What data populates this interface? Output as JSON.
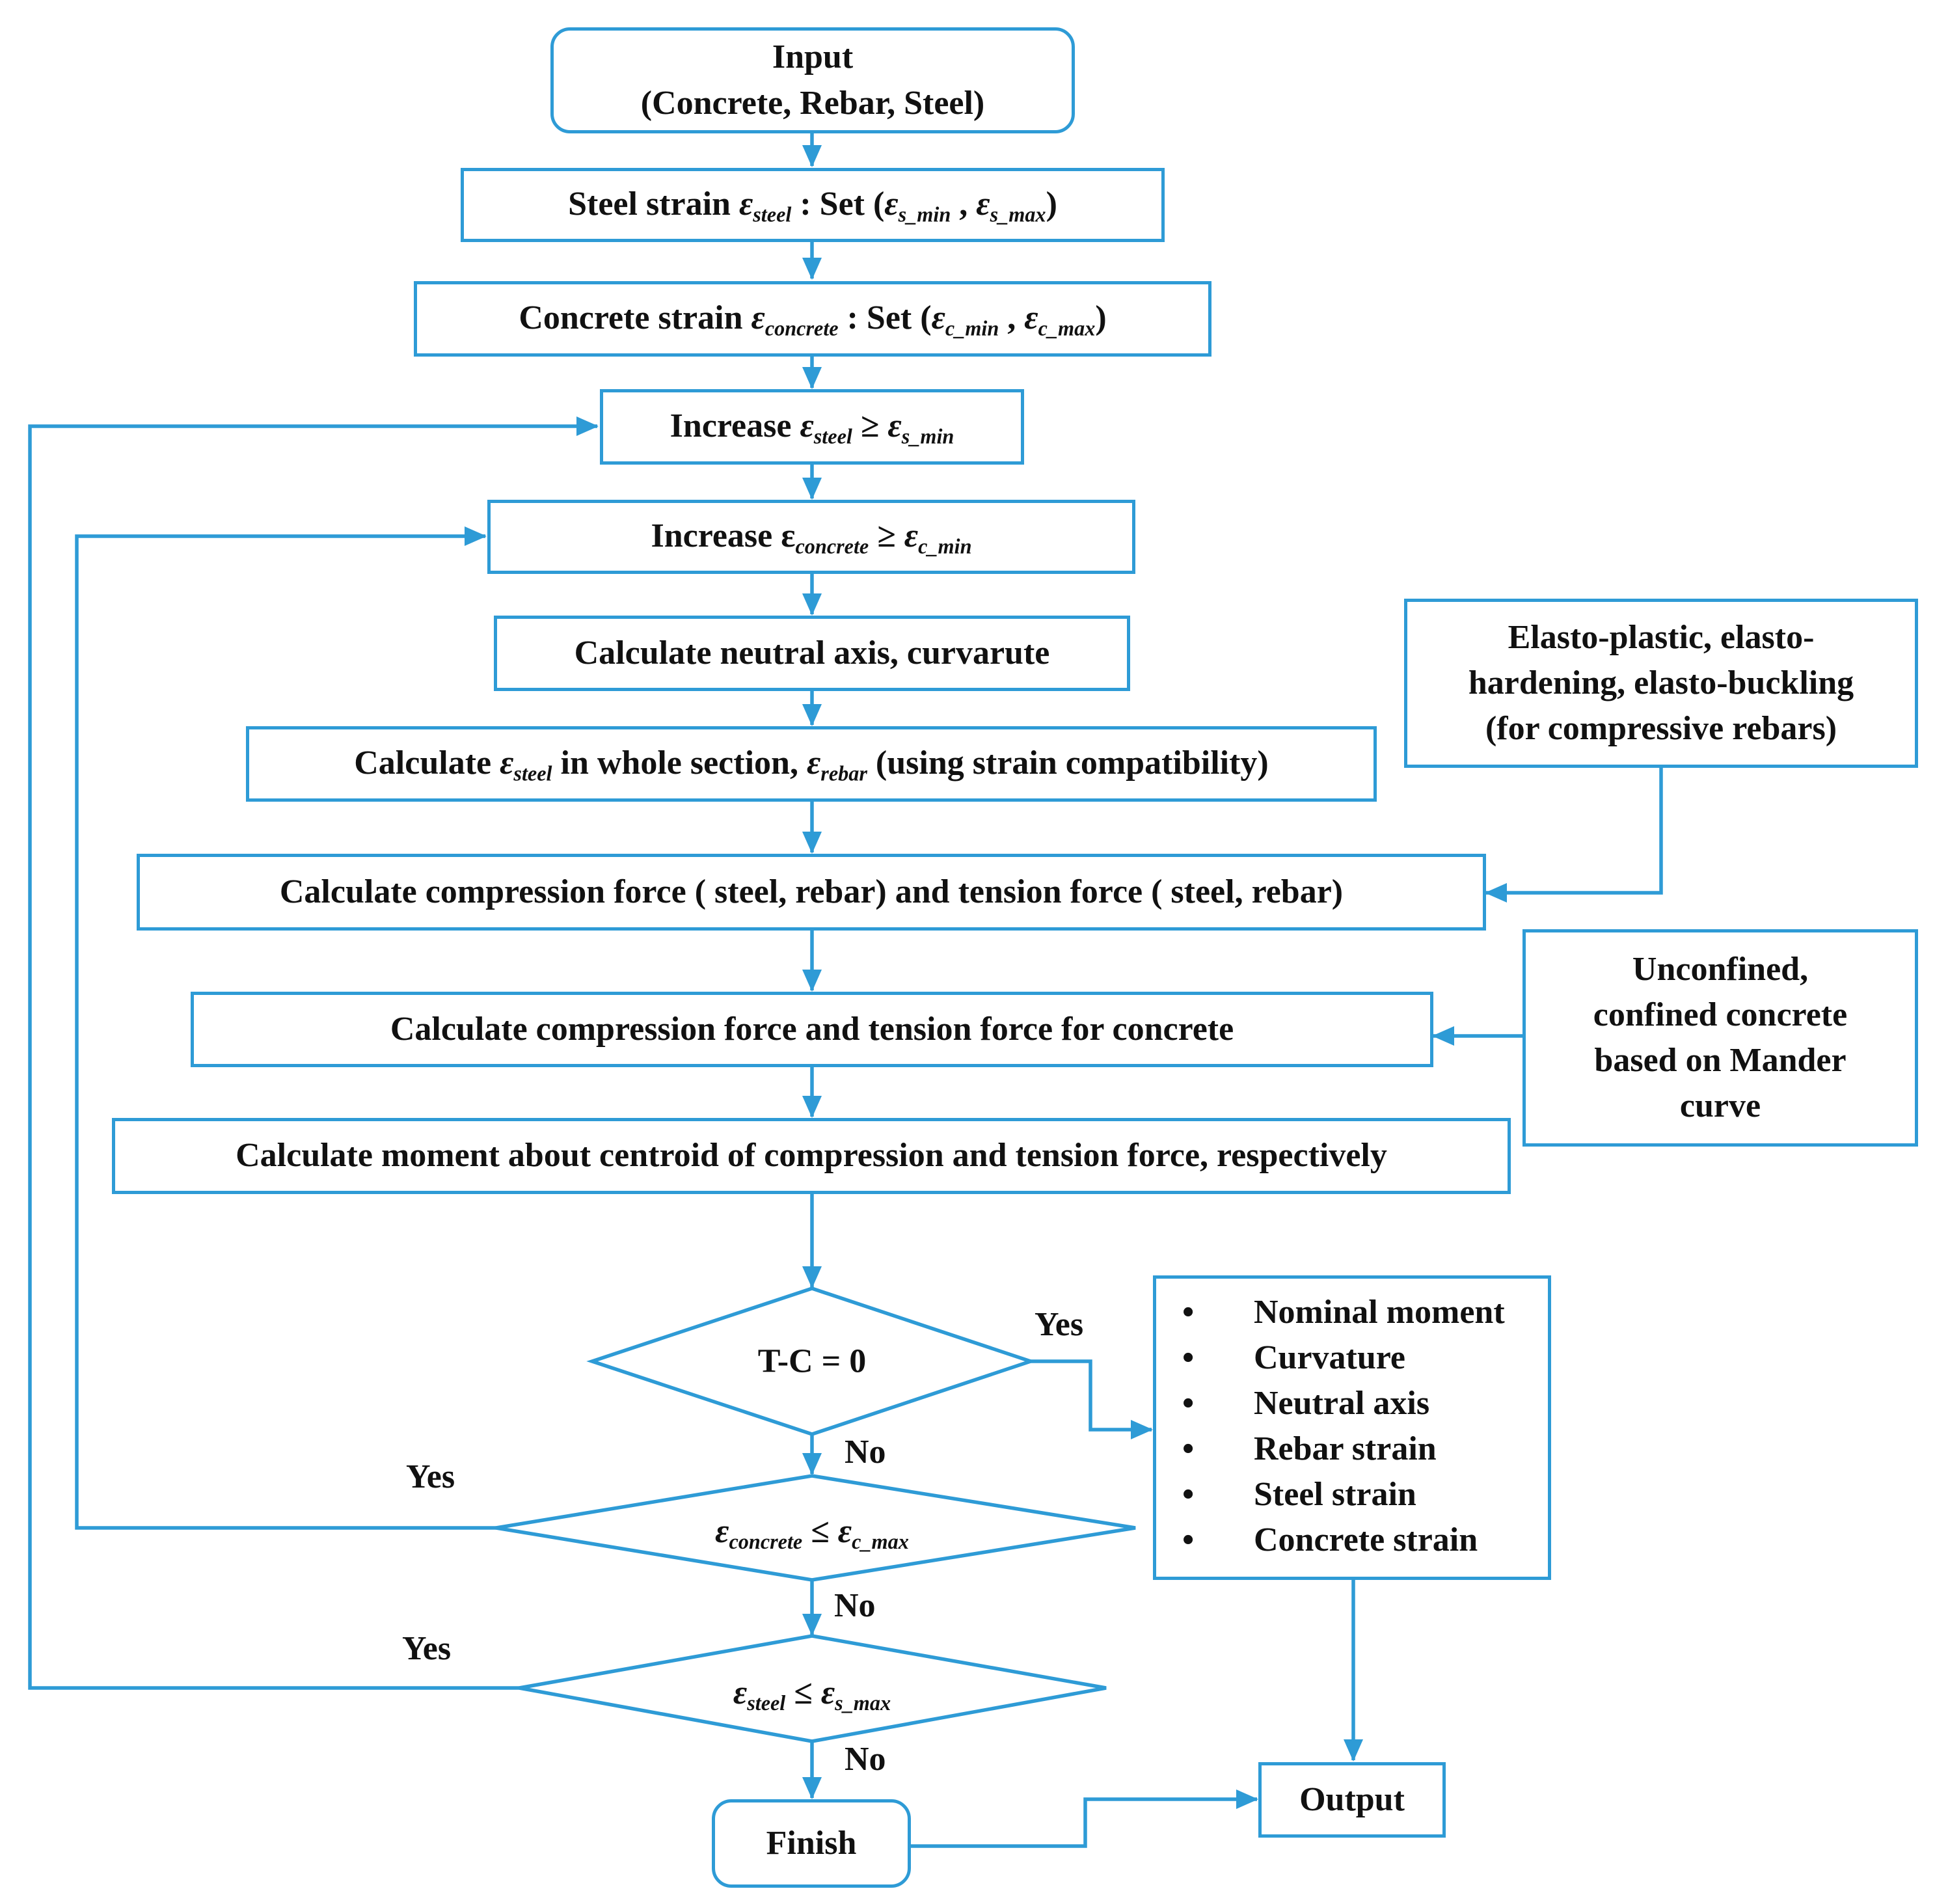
{
  "nodes": {
    "input": {
      "line1": "Input",
      "line2": "(Concrete, Rebar, Steel)"
    },
    "set_steel": {
      "pre": "Steel strain ",
      "var": "ε",
      "var_sub": "steel",
      "mid": " : Set (",
      "a": "ε",
      "a_sub": "s_min",
      "sep": " , ",
      "b": "ε",
      "b_sub": "s_max",
      "post": ")"
    },
    "set_concrete": {
      "pre": "Concrete strain ",
      "var": "ε",
      "var_sub": "concrete",
      "mid": " : Set (",
      "a": "ε",
      "a_sub": "c_min",
      "sep": " , ",
      "b": "ε",
      "b_sub": "c_max",
      "post": ")"
    },
    "inc_steel": {
      "pre": "Increase ",
      "var": "ε",
      "var_sub": "steel",
      "op": " ≥ ",
      "b": "ε",
      "b_sub": "s_min"
    },
    "inc_concrete": {
      "pre": "Increase ",
      "var": "ε",
      "var_sub": "concrete",
      "op": " ≥ ",
      "b": "ε",
      "b_sub": "c_min"
    },
    "neutral": {
      "text": "Calculate neutral axis, curvarute"
    },
    "calc_steel": {
      "pre": "Calculate ",
      "var": "ε",
      "var_sub": "steel",
      "mid": " in whole section, ",
      "b": "ε",
      "b_sub": "rebar",
      "post": " (using strain compatibility)"
    },
    "force_steel": {
      "text": "Calculate compression force ( steel, rebar) and tension force ( steel, rebar)"
    },
    "force_concrete": {
      "text": "Calculate compression force and tension force for concrete"
    },
    "moment": {
      "text": "Calculate moment about centroid of compression and tension force, respectively"
    },
    "rebar_model": {
      "line1": "Elasto-plastic, elasto-",
      "line2": "hardening, elasto-buckling",
      "line3": "(for compressive rebars)"
    },
    "concrete_model": {
      "line1": "Unconfined,",
      "line2": "confined concrete",
      "line3": "based on Mander",
      "line4": "curve"
    },
    "decision_tc": {
      "text": "T-C = 0"
    },
    "decision_concrete": {
      "var": "ε",
      "var_sub": "concrete",
      "op": " ≤ ",
      "b": "ε",
      "b_sub": "c_max"
    },
    "decision_steel": {
      "var": "ε",
      "var_sub": "steel",
      "op": " ≤ ",
      "b": "ε",
      "b_sub": "s_max"
    },
    "results": {
      "items": [
        "Nominal moment",
        "Curvature",
        "Neutral axis",
        "Rebar strain",
        "Steel strain",
        "Concrete strain"
      ],
      "bullet": "•"
    },
    "finish": {
      "text": "Finish"
    },
    "output": {
      "text": "Output"
    }
  },
  "labels": {
    "yes_tc": "Yes",
    "no_tc": "No",
    "yes_concrete": "Yes",
    "no_concrete": "No",
    "yes_steel": "Yes",
    "no_steel": "No"
  },
  "colors": {
    "line": "#2e9bd6",
    "text": "#111111",
    "background": "#ffffff"
  }
}
